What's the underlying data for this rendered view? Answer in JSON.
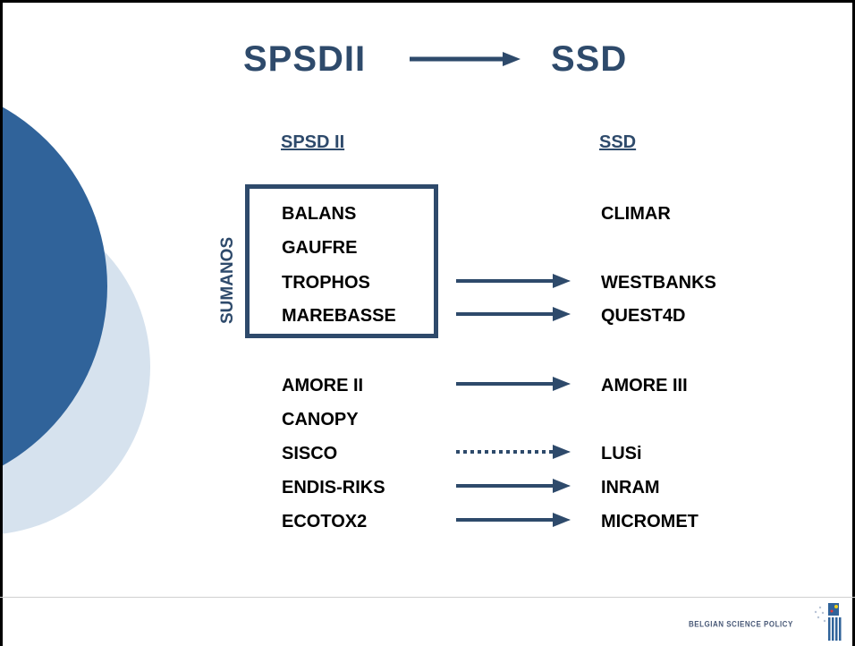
{
  "title": {
    "left": "SPSDII",
    "right": "SSD"
  },
  "columns": {
    "left_header": "SPSD II",
    "right_header": "SSD"
  },
  "group_label": "SUMANOS",
  "rows": [
    {
      "left": "BALANS",
      "right": "CLIMAR",
      "arrow": "none"
    },
    {
      "left": "GAUFRE",
      "right": "",
      "arrow": "none"
    },
    {
      "left": "TROPHOS",
      "right": "WESTBANKS",
      "arrow": "solid"
    },
    {
      "left": "MAREBASSE",
      "right": "QUEST4D",
      "arrow": "solid"
    },
    {
      "left": "AMORE II",
      "right": "AMORE III",
      "arrow": "solid"
    },
    {
      "left": "CANOPY",
      "right": "",
      "arrow": "none"
    },
    {
      "left": "SISCO",
      "right": "LUSi",
      "arrow": "dotted"
    },
    {
      "left": "ENDIS-RIKS",
      "right": "INRAM",
      "arrow": "solid"
    },
    {
      "left": "ECOTOX2",
      "right": "MICROMET",
      "arrow": "solid"
    }
  ],
  "footer": {
    "text": "BELGIAN SCIENCE POLICY"
  },
  "colors": {
    "accent": "#2e4a6b",
    "circle_dark": "#30639a",
    "circle_light": "#d6e2ee"
  }
}
